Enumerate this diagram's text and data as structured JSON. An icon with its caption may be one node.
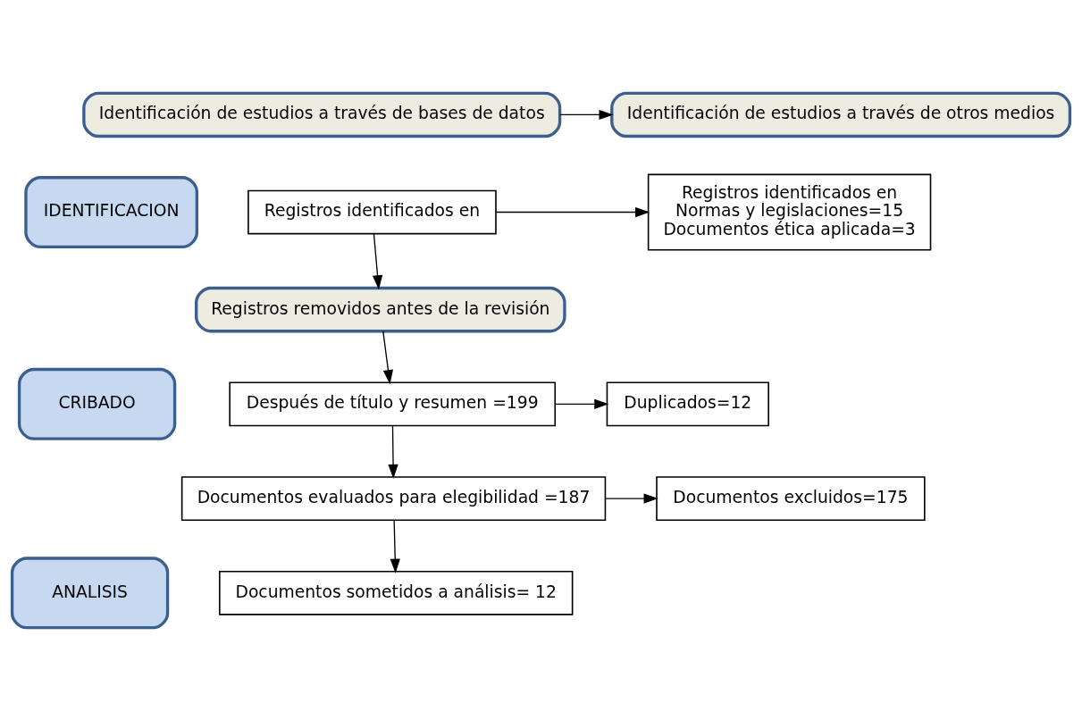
{
  "diagram": {
    "nodes": [
      {
        "text": [
          "Identificación de estudios a través de bases de datos"
        ]
      },
      {
        "text": [
          "Identificación de estudios a través de otros medios"
        ]
      },
      {
        "text": [
          "IDENTIFICACION"
        ]
      },
      {
        "text": [
          "Registros identificados en"
        ]
      },
      {
        "text": [
          "Registros identificados en",
          "Normas y legislaciones=15",
          "Documentos ética aplicada=3"
        ]
      },
      {
        "text": [
          "Registros removidos antes de la revisión"
        ]
      },
      {
        "text": [
          "CRIBADO"
        ]
      },
      {
        "text": [
          "Después de título y resumen =199"
        ]
      },
      {
        "text": [
          "Duplicados=12"
        ]
      },
      {
        "text": [
          "Documentos evaluados para elegibilidad =187"
        ]
      },
      {
        "text": [
          "Documentos excluidos=175"
        ]
      },
      {
        "text": [
          "ANALISIS"
        ]
      },
      {
        "text": [
          "Documentos sometidos a análisis= 12"
        ]
      }
    ],
    "edges": [
      {
        "from": 0,
        "to": 1,
        "arrow": "to"
      },
      {
        "from": 3,
        "to": 4,
        "arrow": "to"
      },
      {
        "from": 3,
        "to": 5,
        "arrow": "to"
      },
      {
        "from": 5,
        "to": 7,
        "arrow": "to"
      },
      {
        "from": 7,
        "to": 8,
        "arrow": "to"
      },
      {
        "from": 7,
        "to": 9,
        "arrow": "to"
      },
      {
        "from": 9,
        "to": 10,
        "arrow": "to"
      },
      {
        "from": 9,
        "to": 12,
        "arrow": "to"
      }
    ]
  }
}
